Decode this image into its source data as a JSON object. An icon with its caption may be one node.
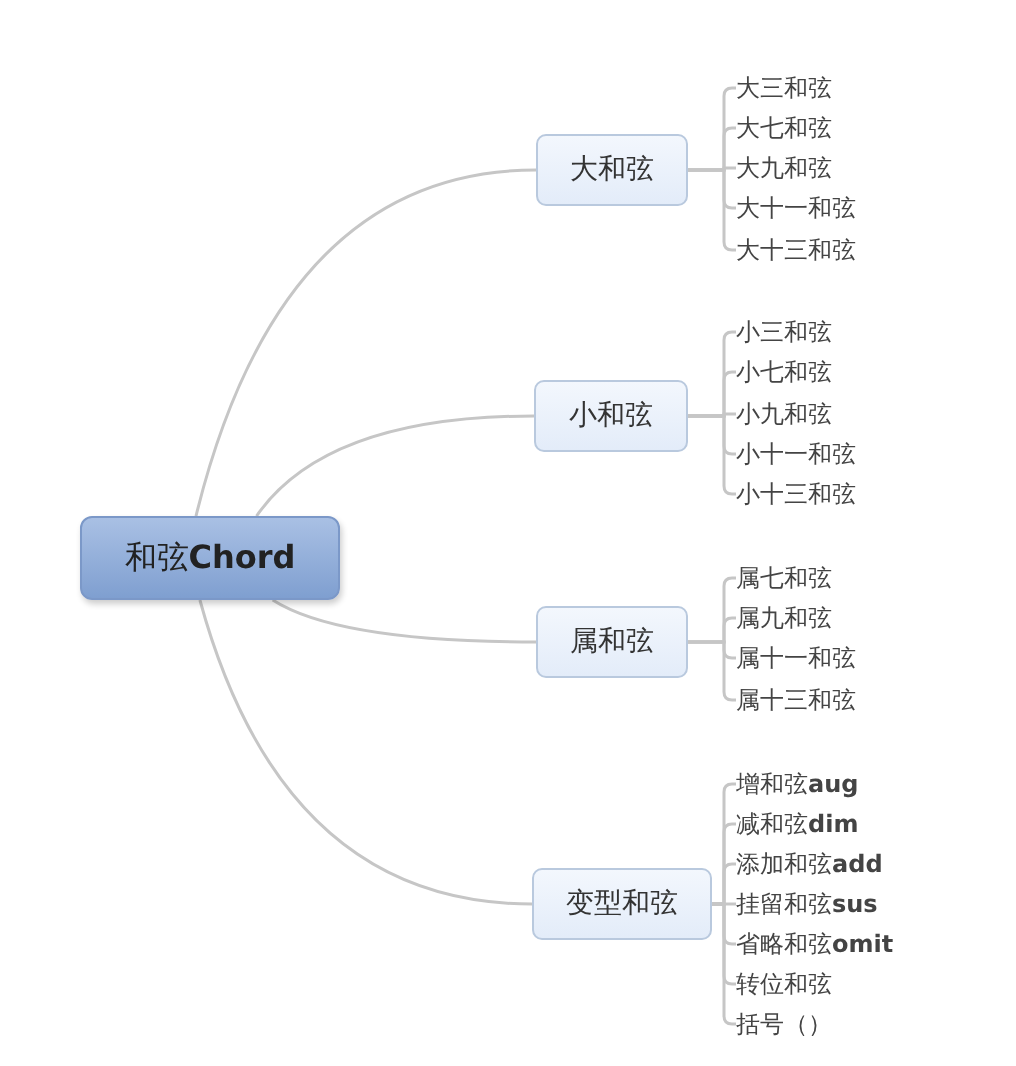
{
  "diagram": {
    "nodes": [
      {
        "text": [
          "和弦**Chord**"
        ]
      },
      {
        "text": [
          "大和弦"
        ]
      },
      {
        "text": [
          "大三和弦"
        ]
      },
      {
        "text": [
          "大七和弦"
        ]
      },
      {
        "text": [
          "大九和弦"
        ]
      },
      {
        "text": [
          "大十一和弦"
        ]
      },
      {
        "text": [
          "大十三和弦"
        ]
      },
      {
        "text": [
          "小和弦"
        ]
      },
      {
        "text": [
          "小三和弦"
        ]
      },
      {
        "text": [
          "小七和弦"
        ]
      },
      {
        "text": [
          "小九和弦"
        ]
      },
      {
        "text": [
          "小十一和弦"
        ]
      },
      {
        "text": [
          "小十三和弦"
        ]
      },
      {
        "text": [
          "属和弦"
        ]
      },
      {
        "text": [
          "属七和弦"
        ]
      },
      {
        "text": [
          "属九和弦"
        ]
      },
      {
        "text": [
          "属十一和弦"
        ]
      },
      {
        "text": [
          "属十三和弦"
        ]
      },
      {
        "text": [
          "变型和弦"
        ]
      },
      {
        "text": [
          "增和弦**aug**"
        ]
      },
      {
        "text": [
          "减和弦**dim**"
        ]
      },
      {
        "text": [
          "添加和弦**add**"
        ]
      },
      {
        "text": [
          "挂留和弦**sus**"
        ]
      },
      {
        "text": [
          "省略和弦**omit**"
        ]
      },
      {
        "text": [
          "转位和弦"
        ]
      },
      {
        "text": [
          "括号（）"
        ]
      }
    ],
    "edges": [
      {
        "from": 0,
        "to": 1,
        "arrow": "none"
      },
      {
        "from": 1,
        "to": 2,
        "arrow": "none"
      },
      {
        "from": 1,
        "to": 3,
        "arrow": "none"
      },
      {
        "from": 1,
        "to": 4,
        "arrow": "none"
      },
      {
        "from": 1,
        "to": 5,
        "arrow": "none"
      },
      {
        "from": 1,
        "to": 6,
        "arrow": "none"
      },
      {
        "from": 0,
        "to": 7,
        "arrow": "none"
      },
      {
        "from": 7,
        "to": 8,
        "arrow": "none"
      },
      {
        "from": 7,
        "to": 9,
        "arrow": "none"
      },
      {
        "from": 7,
        "to": 10,
        "arrow": "none"
      },
      {
        "from": 7,
        "to": 11,
        "arrow": "none"
      },
      {
        "from": 7,
        "to": 12,
        "arrow": "none"
      },
      {
        "from": 0,
        "to": 13,
        "arrow": "none"
      },
      {
        "from": 13,
        "to": 14,
        "arrow": "none"
      },
      {
        "from": 13,
        "to": 15,
        "arrow": "none"
      },
      {
        "from": 13,
        "to": 16,
        "arrow": "none"
      },
      {
        "from": 13,
        "to": 17,
        "arrow": "none"
      },
      {
        "from": 0,
        "to": 18,
        "arrow": "none"
      },
      {
        "from": 18,
        "to": 19,
        "arrow": "none"
      },
      {
        "from": 18,
        "to": 20,
        "arrow": "none"
      },
      {
        "from": 18,
        "to": 21,
        "arrow": "none"
      },
      {
        "from": 18,
        "to": 22,
        "arrow": "none"
      },
      {
        "from": 18,
        "to": 23,
        "arrow": "none"
      },
      {
        "from": 18,
        "to": 24,
        "arrow": "none"
      },
      {
        "from": 18,
        "to": 25,
        "arrow": "none"
      }
    ]
  }
}
